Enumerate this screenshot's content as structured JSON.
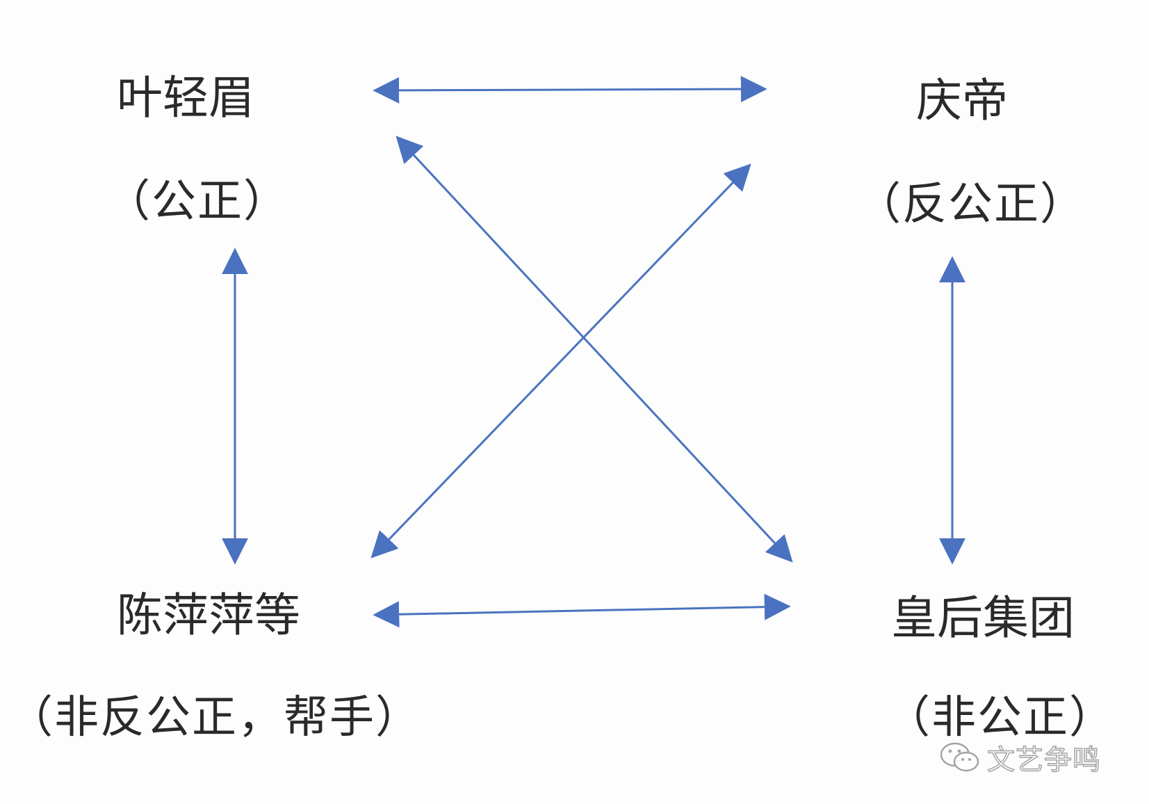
{
  "nodes": {
    "ye_qingmei": {
      "name": "叶轻眉",
      "role": "（公正）"
    },
    "qing_di": {
      "name": "庆帝",
      "role": "（反公正）"
    },
    "chen_pingping": {
      "name": "陈萍萍等",
      "role": "（非反公正，帮手）"
    },
    "huanghou": {
      "name": "皇后集团",
      "role": "（非公正）"
    }
  },
  "edges": [
    {
      "from": "ye_qingmei",
      "to": "qing_di",
      "direction": "both"
    },
    {
      "from": "ye_qingmei",
      "to": "chen_pingping",
      "direction": "both"
    },
    {
      "from": "qing_di",
      "to": "huanghou",
      "direction": "both"
    },
    {
      "from": "chen_pingping",
      "to": "huanghou",
      "direction": "both"
    },
    {
      "from": "ye_qingmei",
      "to": "huanghou",
      "direction": "both"
    },
    {
      "from": "qing_di",
      "to": "chen_pingping",
      "direction": "both"
    }
  ],
  "colors": {
    "arrow": "#4a72c0",
    "text": "#2a2a2a"
  },
  "watermark": {
    "icon": "wechat-icon",
    "text": "文艺争鸣"
  }
}
